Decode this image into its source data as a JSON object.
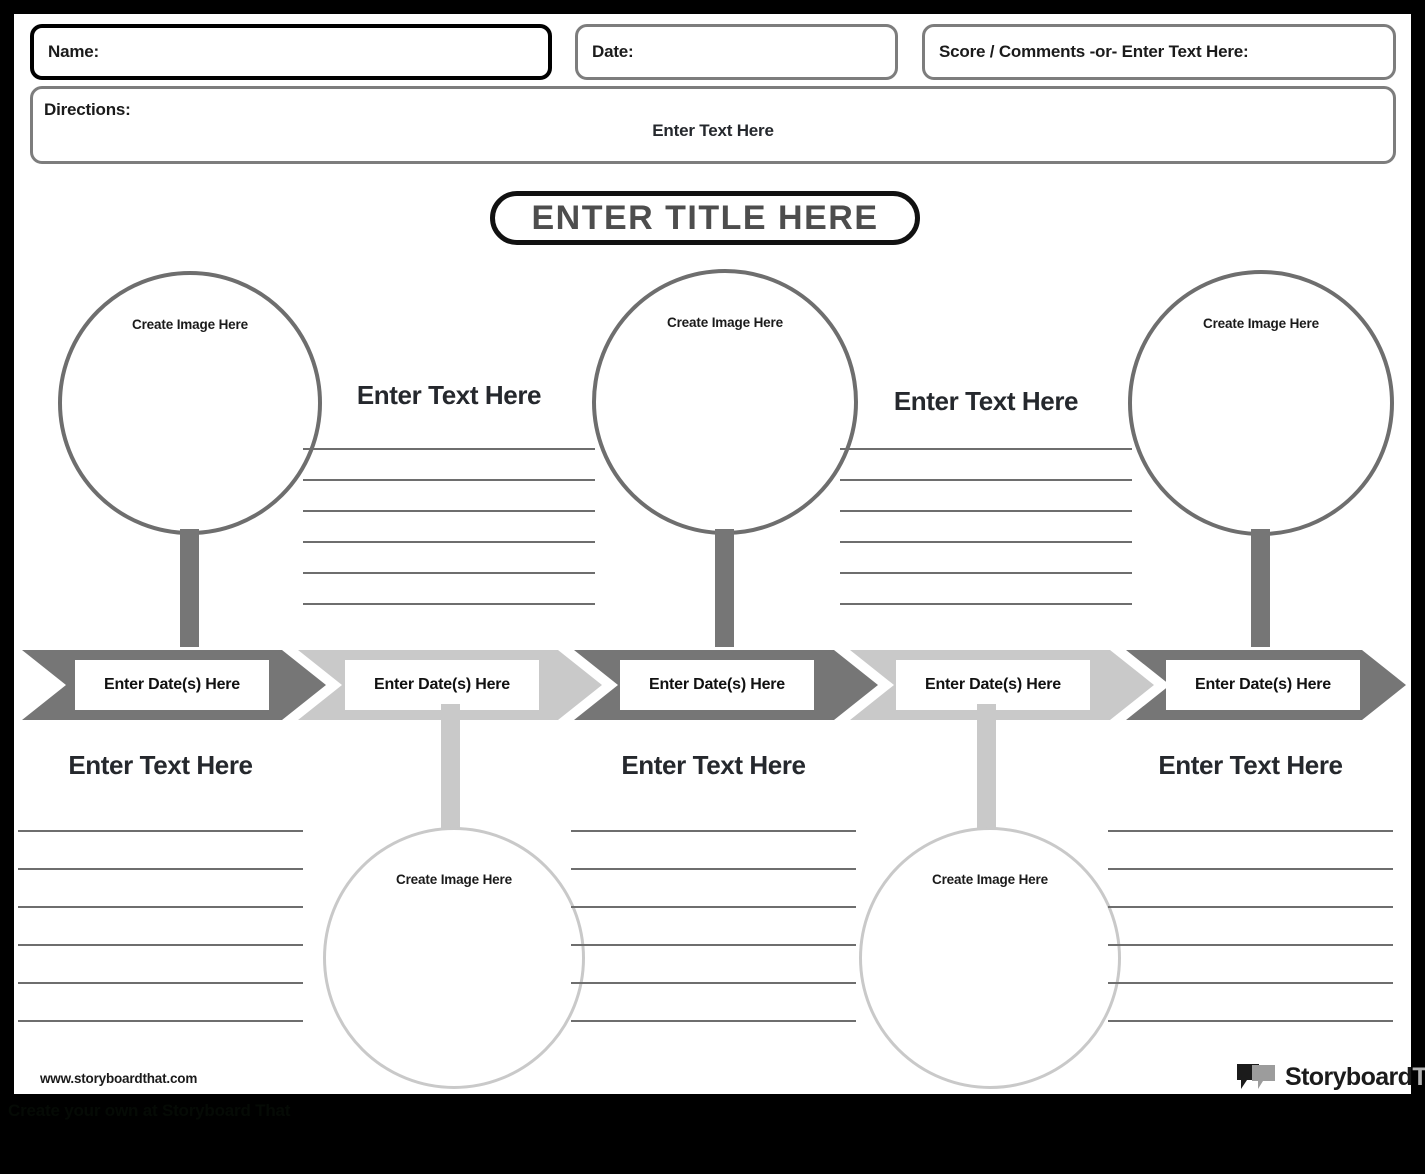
{
  "page": {
    "background_color": "#000000",
    "sheet_color": "#ffffff"
  },
  "header": {
    "name_label": "Name:",
    "date_label": "Date:",
    "score_label": "Score / Comments -or- Enter Text Here:",
    "directions_label": "Directions:",
    "directions_placeholder": "Enter Text Here"
  },
  "title": {
    "text": "ENTER TITLE HERE"
  },
  "colors": {
    "dark_gray": "#767676",
    "light_gray": "#c9c9c9",
    "circle_top_border": "#6e6e6e",
    "circle_bottom_border": "#c9c9c9",
    "rule_line": "#6e6e6e",
    "title_text": "#4d4d4d",
    "body_text": "#25282d"
  },
  "timeline": {
    "arrows": [
      {
        "label": "Enter Date(s) Here",
        "tone": "dark"
      },
      {
        "label": "Enter Date(s) Here",
        "tone": "light"
      },
      {
        "label": "Enter Date(s) Here",
        "tone": "dark"
      },
      {
        "label": "Enter Date(s) Here",
        "tone": "light"
      },
      {
        "label": "Enter Date(s) Here",
        "tone": "dark"
      }
    ]
  },
  "top_circles": [
    {
      "caption": "Create Image Here"
    },
    {
      "caption": "Create Image Here"
    },
    {
      "caption": "Create Image Here"
    }
  ],
  "bottom_circles": [
    {
      "caption": "Create Image Here"
    },
    {
      "caption": "Create Image Here"
    }
  ],
  "top_textblocks": [
    {
      "title": "Enter Text Here",
      "lines": 6
    },
    {
      "title": "Enter Text Here",
      "lines": 6
    }
  ],
  "bottom_textblocks": [
    {
      "title": "Enter Text Here",
      "lines": 6
    },
    {
      "title": "Enter Text Here",
      "lines": 6
    },
    {
      "title": "Enter Text Here",
      "lines": 6
    }
  ],
  "footer": {
    "url": "www.storyboardthat.com",
    "logo_dark": "Storyboard",
    "logo_light": "That",
    "bottom_caption": "Create your own at Storyboard That"
  }
}
